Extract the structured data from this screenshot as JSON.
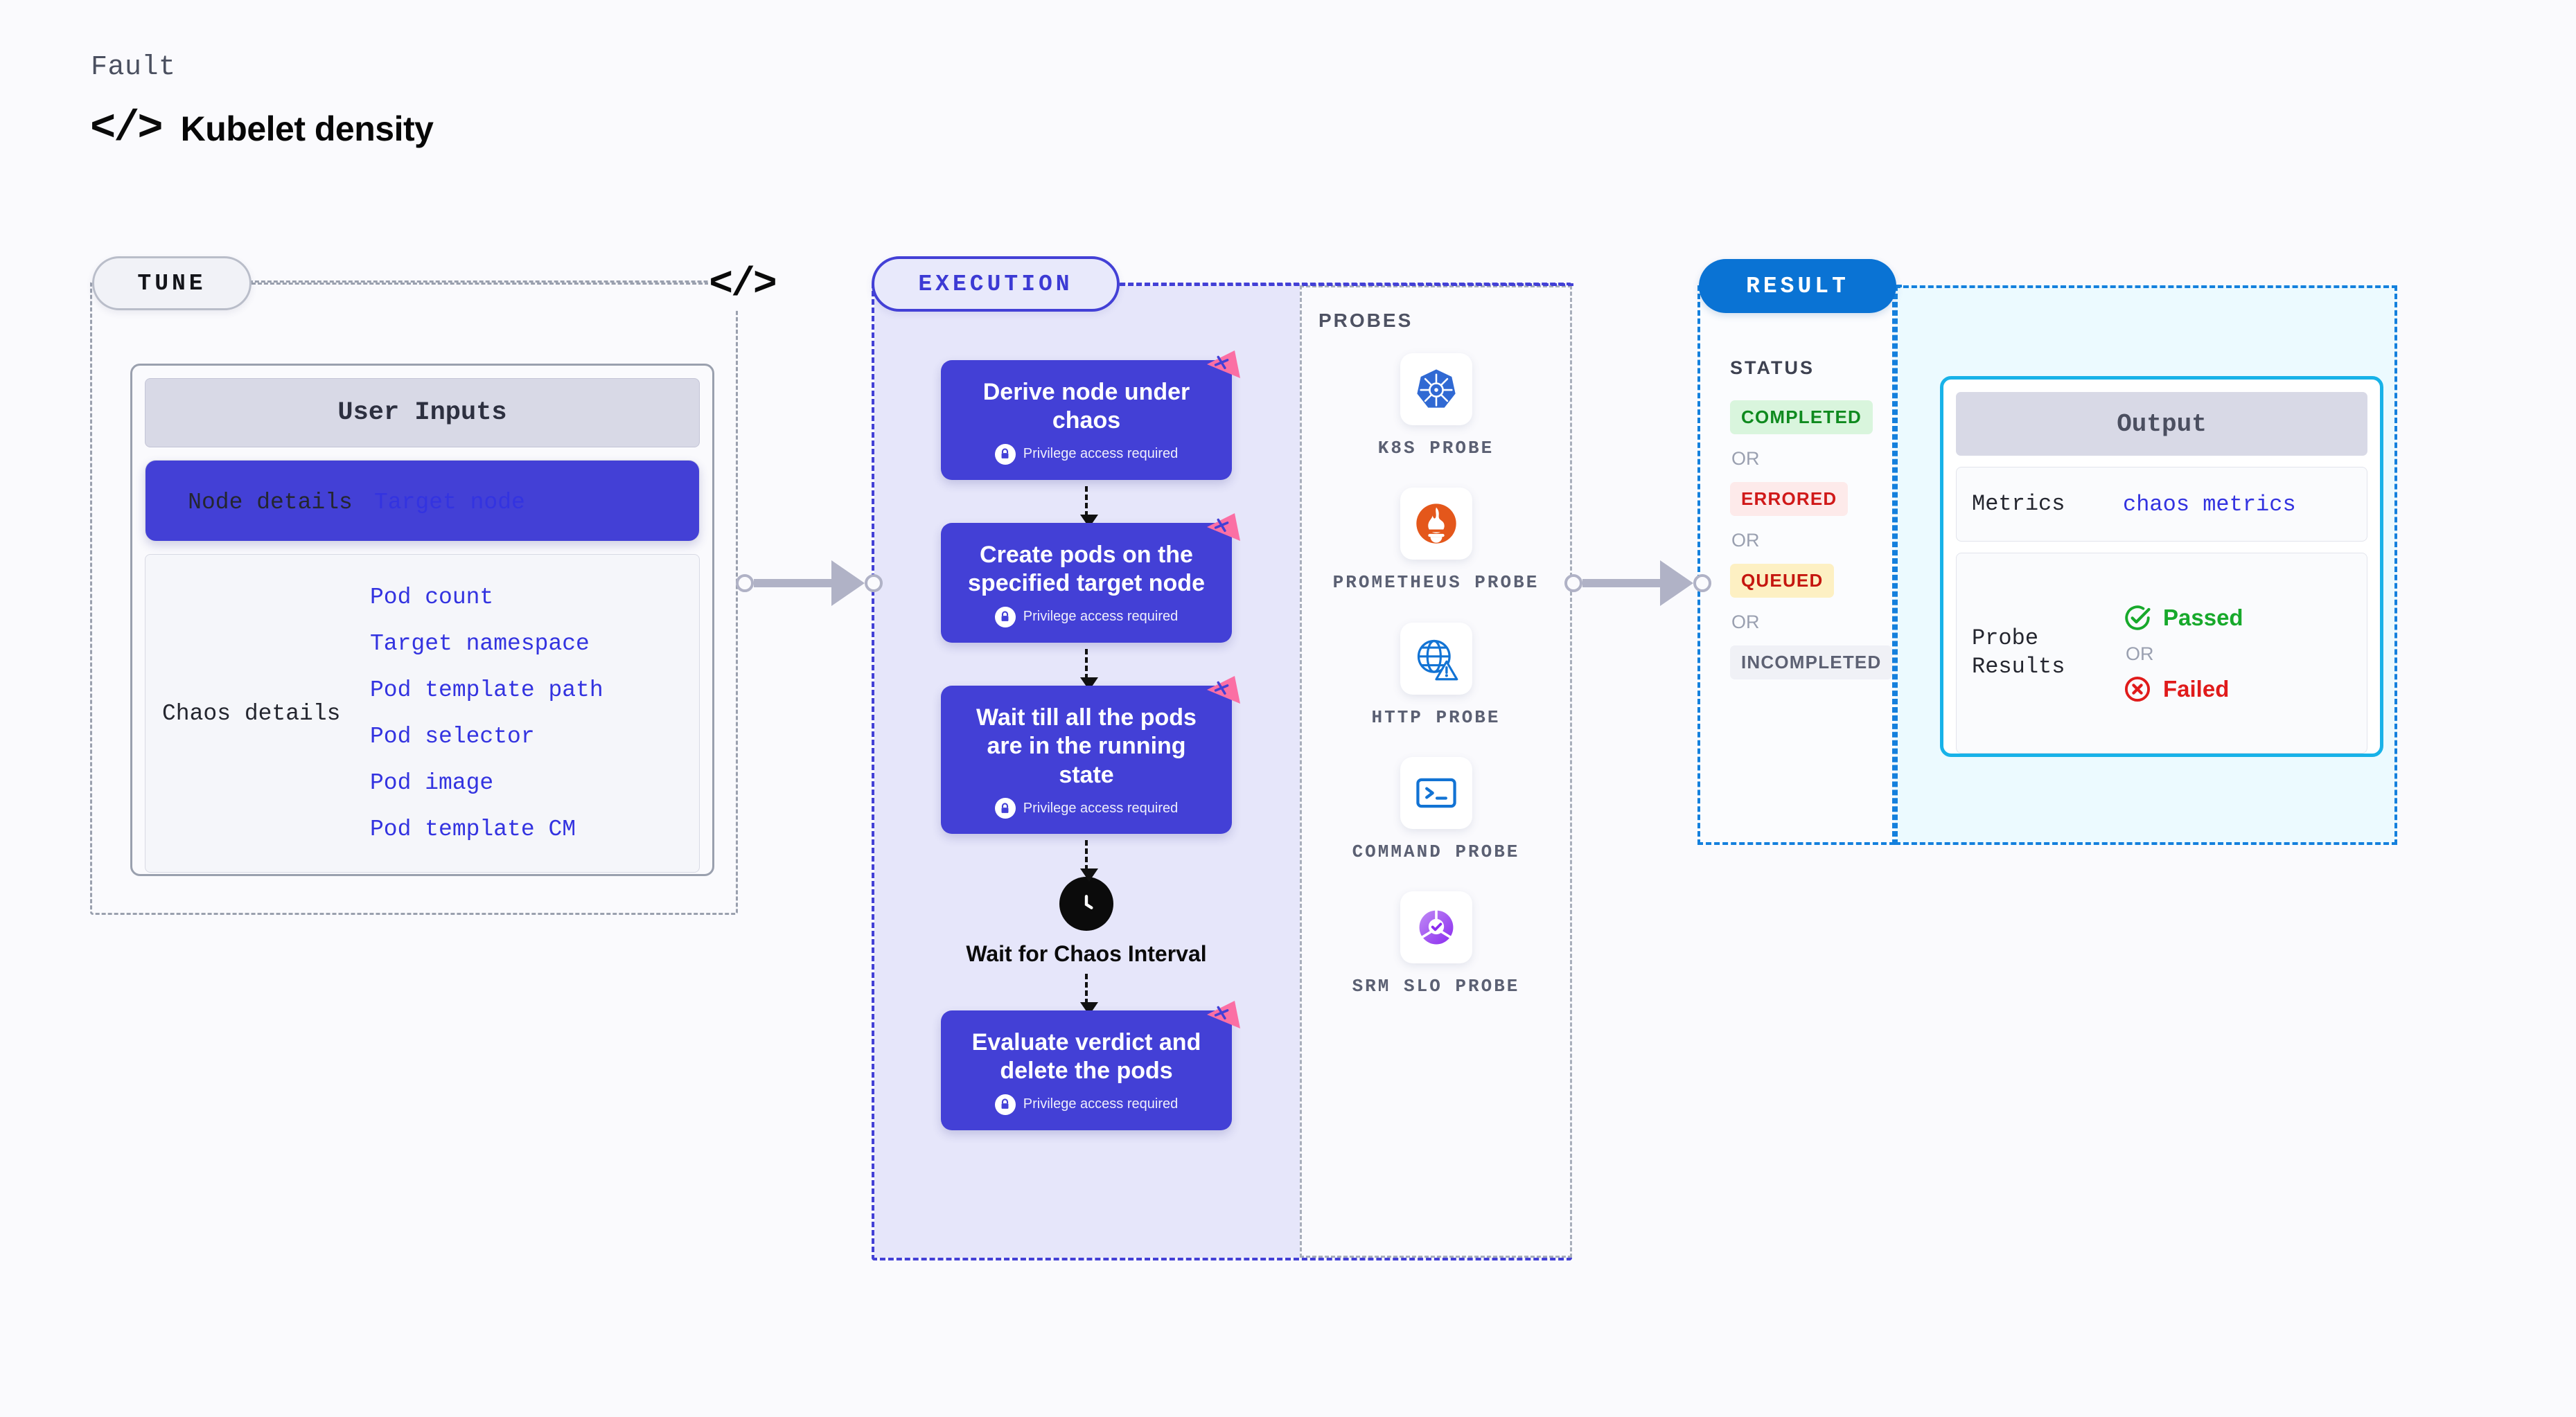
{
  "header": {
    "kicker": "Fault",
    "code_icon": "</>",
    "title": "Kubelet density"
  },
  "tune": {
    "badge": "TUNE",
    "code_icon": "</>",
    "card": {
      "title": "User Inputs",
      "groups": [
        {
          "label": "Node details",
          "values": [
            "Target node"
          ]
        },
        {
          "label": "Chaos details",
          "values": [
            "Pod count",
            "Target namespace",
            "Pod template path",
            "Pod selector",
            "Pod image",
            "Pod template CM"
          ]
        }
      ]
    }
  },
  "execution": {
    "badge": "EXECUTION",
    "privilege_text": "Privilege access required",
    "nodes": [
      {
        "title": "Derive node under chaos",
        "privileged": true
      },
      {
        "title": "Create pods on the specified target node",
        "privileged": true
      },
      {
        "title": "Wait till all the pods are in the running state",
        "privileged": true
      }
    ],
    "wait": {
      "label": "Wait for Chaos Interval"
    },
    "final_node": {
      "title": "Evaluate verdict and delete the pods",
      "privileged": true
    }
  },
  "probes": {
    "title": "PROBES",
    "items": [
      {
        "name": "K8S PROBE",
        "icon": "kubernetes-icon"
      },
      {
        "name": "PROMETHEUS PROBE",
        "icon": "prometheus-icon"
      },
      {
        "name": "HTTP PROBE",
        "icon": "http-globe-icon"
      },
      {
        "name": "COMMAND PROBE",
        "icon": "terminal-icon"
      },
      {
        "name": "SRM SLO PROBE",
        "icon": "srm-slo-gauge-icon"
      }
    ]
  },
  "result": {
    "badge": "RESULT",
    "status_title": "STATUS",
    "or_label": "OR",
    "statuses": [
      {
        "label": "COMPLETED",
        "style": "completed"
      },
      {
        "label": "ERRORED",
        "style": "errored"
      },
      {
        "label": "QUEUED",
        "style": "queued"
      },
      {
        "label": "INCOMPLETED",
        "style": "incompleted"
      }
    ]
  },
  "output": {
    "title": "Output",
    "metrics_key": "Metrics",
    "metrics_value": "chaos metrics",
    "probe_results_key": "Probe Results",
    "passed_label": "Passed",
    "failed_label": "Failed",
    "or_label": "OR"
  },
  "colors": {
    "page_bg": "#FAFAFD",
    "execution_accent": "#4340D6",
    "execution_fill": "#E6E6FA",
    "result_accent": "#0A73D4",
    "output_accent": "#18B2E8",
    "output_fill": "#ECFAFF",
    "tune_accent": "#9AA0AE",
    "value_blue": "#3333E0",
    "flag_pink": "#FB6FA4",
    "pass_green": "#17A92B",
    "fail_red": "#E01B1B"
  }
}
